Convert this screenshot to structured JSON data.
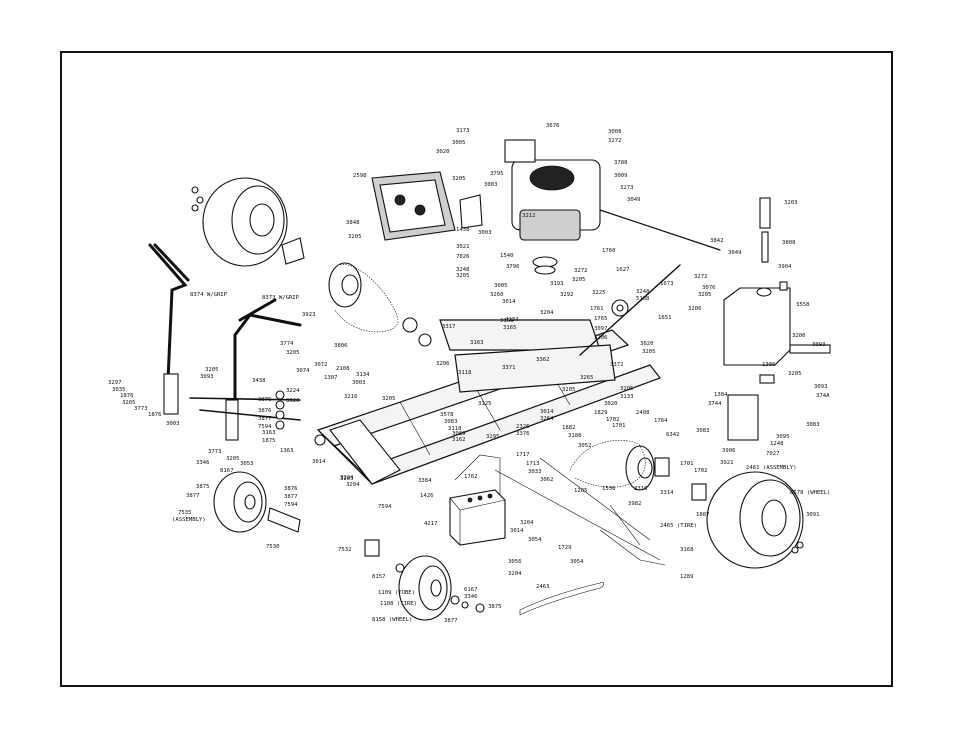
{
  "diagram": {
    "labels": [
      {
        "id": "l3173",
        "text": "3173"
      },
      {
        "id": "l3676",
        "text": "3676"
      },
      {
        "id": "l3008a",
        "text": "3008"
      },
      {
        "id": "l3272a",
        "text": "3272"
      },
      {
        "id": "l3005",
        "text": "3005"
      },
      {
        "id": "l3020a",
        "text": "3020"
      },
      {
        "id": "l3788",
        "text": "3788"
      },
      {
        "id": "l2598",
        "text": "2598"
      },
      {
        "id": "l3205a",
        "text": "3205"
      },
      {
        "id": "l3795",
        "text": "3795"
      },
      {
        "id": "l3003a",
        "text": "3003"
      },
      {
        "id": "l3009",
        "text": "3009"
      },
      {
        "id": "l3273",
        "text": "3273"
      },
      {
        "id": "l3049",
        "text": "3049"
      },
      {
        "id": "l3212",
        "text": "3212"
      },
      {
        "id": "l3848",
        "text": "3848"
      },
      {
        "id": "l1438",
        "text": "1438"
      },
      {
        "id": "l3003b",
        "text": "3003"
      },
      {
        "id": "l3205b",
        "text": "3205"
      },
      {
        "id": "l3203",
        "text": "3203"
      },
      {
        "id": "l3842",
        "text": "3842"
      },
      {
        "id": "l3021",
        "text": "3021"
      },
      {
        "id": "l1540",
        "text": "1540"
      },
      {
        "id": "l1760",
        "text": "1760"
      },
      {
        "id": "l3808",
        "text": "3808"
      },
      {
        "id": "l3049b",
        "text": "3049"
      },
      {
        "id": "l7026",
        "text": "7026"
      },
      {
        "id": "l3796",
        "text": "3796"
      },
      {
        "id": "l3248",
        "text": "3248"
      },
      {
        "id": "l3205c",
        "text": "3205"
      },
      {
        "id": "l1627",
        "text": "1627"
      },
      {
        "id": "l3272b",
        "text": "3272"
      },
      {
        "id": "l3205d",
        "text": "3205"
      },
      {
        "id": "l3904",
        "text": "3904"
      },
      {
        "id": "l3193",
        "text": "3193"
      },
      {
        "id": "l3272c",
        "text": "3272"
      },
      {
        "id": "l8374",
        "text": "8374 W/GRIP"
      },
      {
        "id": "l8373",
        "text": "8373 W/GRIP"
      },
      {
        "id": "l3005b",
        "text": "3005"
      },
      {
        "id": "l3260",
        "text": "3260"
      },
      {
        "id": "l3292",
        "text": "3292"
      },
      {
        "id": "l3225",
        "text": "3225"
      },
      {
        "id": "l1673",
        "text": "1673"
      },
      {
        "id": "l3076",
        "text": "3076"
      },
      {
        "id": "l3205e",
        "text": "3205"
      },
      {
        "id": "l3248b",
        "text": "3248"
      },
      {
        "id": "l3558",
        "text": "3558"
      },
      {
        "id": "l3014",
        "text": "3014"
      },
      {
        "id": "l4134",
        "text": "4134"
      },
      {
        "id": "l5108",
        "text": "5108"
      },
      {
        "id": "l3923",
        "text": "3923"
      },
      {
        "id": "l3161",
        "text": "3161"
      },
      {
        "id": "l3204a",
        "text": "3204"
      },
      {
        "id": "l1761",
        "text": "1761"
      },
      {
        "id": "l3206a",
        "text": "3206"
      },
      {
        "id": "l3165",
        "text": "3165"
      },
      {
        "id": "l1651",
        "text": "1651"
      },
      {
        "id": "l3317",
        "text": "3317"
      },
      {
        "id": "l1765",
        "text": "1765"
      },
      {
        "id": "l3097",
        "text": "3097"
      },
      {
        "id": "l3774",
        "text": "3774"
      },
      {
        "id": "l3206b",
        "text": "3206"
      },
      {
        "id": "l3020b",
        "text": "3020"
      },
      {
        "id": "l3205f",
        "text": "3205"
      },
      {
        "id": "l3205g",
        "text": "3205"
      },
      {
        "id": "l3806",
        "text": "3806"
      },
      {
        "id": "l3163",
        "text": "3163"
      },
      {
        "id": "l3372",
        "text": "3372"
      },
      {
        "id": "l3093a",
        "text": "3093"
      },
      {
        "id": "l3200",
        "text": "3200"
      },
      {
        "id": "l3205h",
        "text": "3205"
      },
      {
        "id": "l3072",
        "text": "3072"
      },
      {
        "id": "l3362",
        "text": "3362"
      },
      {
        "id": "l2108",
        "text": "2108"
      },
      {
        "id": "l3206c",
        "text": "3206"
      },
      {
        "id": "l3205i",
        "text": "3205"
      },
      {
        "id": "l1386",
        "text": "1386"
      },
      {
        "id": "l3297",
        "text": "3297"
      },
      {
        "id": "l3035",
        "text": "3035"
      },
      {
        "id": "l1876a",
        "text": "1876"
      },
      {
        "id": "l3205j",
        "text": "3205"
      },
      {
        "id": "l3773a",
        "text": "3773"
      },
      {
        "id": "l1876b",
        "text": "1876"
      },
      {
        "id": "l3093b",
        "text": "3093"
      },
      {
        "id": "l3438",
        "text": "3438"
      },
      {
        "id": "l3074",
        "text": "3074"
      },
      {
        "id": "l1307",
        "text": "1307"
      },
      {
        "id": "l3134",
        "text": "3134"
      },
      {
        "id": "l3003c",
        "text": "3003"
      },
      {
        "id": "l3118",
        "text": "3118"
      },
      {
        "id": "l3371",
        "text": "3371"
      },
      {
        "id": "l3265",
        "text": "3265"
      },
      {
        "id": "l3205k",
        "text": "3205"
      },
      {
        "id": "l3205l",
        "text": "3205"
      },
      {
        "id": "l3133",
        "text": "3133"
      },
      {
        "id": "l3020c",
        "text": "3020"
      },
      {
        "id": "l3093c",
        "text": "3093"
      },
      {
        "id": "l1384",
        "text": "1384"
      },
      {
        "id": "l3744",
        "text": "3744"
      },
      {
        "id": "l3744A",
        "text": "374A"
      },
      {
        "id": "l3003d",
        "text": "3003"
      },
      {
        "id": "l3224",
        "text": "3224"
      },
      {
        "id": "l3876",
        "text": "3876"
      },
      {
        "id": "l3020d",
        "text": "3020"
      },
      {
        "id": "l3876b",
        "text": "3876"
      },
      {
        "id": "l3877",
        "text": "3877"
      },
      {
        "id": "l7594",
        "text": "7594"
      },
      {
        "id": "l1875",
        "text": "1875"
      },
      {
        "id": "l3773b",
        "text": "3773"
      },
      {
        "id": "l3205m",
        "text": "3205"
      },
      {
        "id": "l3053",
        "text": "3053"
      },
      {
        "id": "l3163b",
        "text": "3163"
      },
      {
        "id": "l3216",
        "text": "3216"
      },
      {
        "id": "l3205n",
        "text": "3205"
      },
      {
        "id": "l3578",
        "text": "3578"
      },
      {
        "id": "l3083",
        "text": "3083"
      },
      {
        "id": "l3118b",
        "text": "3118"
      },
      {
        "id": "l3089",
        "text": "3089"
      },
      {
        "id": "l3162",
        "text": "3162"
      },
      {
        "id": "l3125",
        "text": "3125"
      },
      {
        "id": "l3014b",
        "text": "3014"
      },
      {
        "id": "l3264",
        "text": "3264"
      },
      {
        "id": "l1829",
        "text": "1829"
      },
      {
        "id": "l1702",
        "text": "1702"
      },
      {
        "id": "l2408",
        "text": "2408"
      },
      {
        "id": "l1764",
        "text": "1764"
      },
      {
        "id": "l3083b",
        "text": "3083"
      },
      {
        "id": "l3095",
        "text": "3095"
      },
      {
        "id": "l3083c",
        "text": "3083"
      },
      {
        "id": "l1363",
        "text": "1363"
      },
      {
        "id": "l3295",
        "text": "3295"
      },
      {
        "id": "l2326",
        "text": "2326"
      },
      {
        "id": "l3376",
        "text": "3376"
      },
      {
        "id": "l1882",
        "text": "1882"
      },
      {
        "id": "l3188",
        "text": "3188"
      },
      {
        "id": "l1701a",
        "text": "1701"
      },
      {
        "id": "l6342",
        "text": "6342"
      },
      {
        "id": "l1248",
        "text": "1248"
      },
      {
        "id": "l3052",
        "text": "3052"
      },
      {
        "id": "l3906",
        "text": "3906"
      },
      {
        "id": "l7027",
        "text": "7027"
      },
      {
        "id": "l1717",
        "text": "1717"
      },
      {
        "id": "l3921",
        "text": "3921"
      },
      {
        "id": "l2461",
        "text": "2461 (ASSEMBLY)"
      },
      {
        "id": "l3346",
        "text": "3346"
      },
      {
        "id": "l8167",
        "text": "8167"
      },
      {
        "id": "l3014c",
        "text": "3014"
      },
      {
        "id": "l3205o",
        "text": "3205"
      },
      {
        "id": "l1713",
        "text": "1713"
      },
      {
        "id": "l1701b",
        "text": "1701"
      },
      {
        "id": "l1702b",
        "text": "1702"
      },
      {
        "id": "l3033",
        "text": "3033"
      },
      {
        "id": "l3062",
        "text": "3062"
      },
      {
        "id": "l3875",
        "text": "3875"
      },
      {
        "id": "l3224b",
        "text": "3224"
      },
      {
        "id": "l3204b",
        "text": "3204"
      },
      {
        "id": "l3384",
        "text": "3384"
      },
      {
        "id": "l1762",
        "text": "1762"
      },
      {
        "id": "l1285",
        "text": "1285"
      },
      {
        "id": "l1536",
        "text": "1536"
      },
      {
        "id": "l3316",
        "text": "3316"
      },
      {
        "id": "l3314",
        "text": "3314"
      },
      {
        "id": "l8578",
        "text": "8578 (WHEEL)"
      },
      {
        "id": "l3877b",
        "text": "3877"
      },
      {
        "id": "l3876c",
        "text": "3876"
      },
      {
        "id": "l3877c",
        "text": "3877"
      },
      {
        "id": "l7594b",
        "text": "7594"
      },
      {
        "id": "l1426",
        "text": "1426"
      },
      {
        "id": "l7594c",
        "text": "7594"
      },
      {
        "id": "l3982",
        "text": "3982"
      },
      {
        "id": "l1887",
        "text": "1887"
      },
      {
        "id": "l7535",
        "text": "7535"
      },
      {
        "id": "l7535b",
        "text": "(ASSEMBLY)"
      },
      {
        "id": "l4217",
        "text": "4217"
      },
      {
        "id": "l3204c",
        "text": "3204"
      },
      {
        "id": "l3014d",
        "text": "3014"
      },
      {
        "id": "l2465",
        "text": "2465 (TIRE)"
      },
      {
        "id": "l3091",
        "text": "3091"
      },
      {
        "id": "l7530",
        "text": "7530"
      },
      {
        "id": "l3054",
        "text": "3054"
      },
      {
        "id": "l1729",
        "text": "1729"
      },
      {
        "id": "l3168",
        "text": "3168"
      },
      {
        "id": "l7532",
        "text": "7532"
      },
      {
        "id": "l3056",
        "text": "3056"
      },
      {
        "id": "l3054b",
        "text": "3054"
      },
      {
        "id": "l1289",
        "text": "1289"
      },
      {
        "id": "l3204d",
        "text": "3204"
      },
      {
        "id": "l8157",
        "text": "8157"
      },
      {
        "id": "l2463",
        "text": "2463"
      },
      {
        "id": "l1109",
        "text": "1109 (TUBE)"
      },
      {
        "id": "l6167",
        "text": "6167"
      },
      {
        "id": "l3346b",
        "text": "3346"
      },
      {
        "id": "l1108",
        "text": "1108 (TIRE)"
      },
      {
        "id": "l3875b",
        "text": "3875"
      },
      {
        "id": "l8158",
        "text": "8158 (WHEEL)"
      },
      {
        "id": "l3877d",
        "text": "3877"
      }
    ]
  }
}
